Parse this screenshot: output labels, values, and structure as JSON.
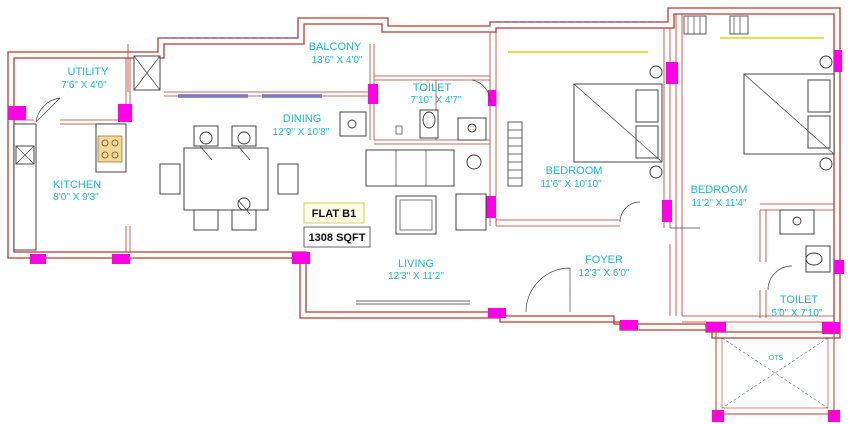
{
  "flat": {
    "name": "FLAT B1",
    "area": "1308 SQFT"
  },
  "rooms": {
    "balcony": {
      "name": "BALCONY",
      "size": "13'6\" X 4'0\""
    },
    "utility": {
      "name": "UTILITY",
      "size": "7'6\" X 4'0\""
    },
    "toilet1": {
      "name": "TOILET",
      "size": "7'10\" X 4'7\""
    },
    "dining": {
      "name": "DINING",
      "size": "12'9\" X 10'8\""
    },
    "kitchen": {
      "name": "KITCHEN",
      "size": "8'0\" X 9'3\""
    },
    "bedroom1": {
      "name": "BEDROOM",
      "size": "11'6\" X 10'10\""
    },
    "bedroom2": {
      "name": "BEDROOM",
      "size": "11'2\" X 11'4\""
    },
    "living": {
      "name": "LIVING",
      "size": "12'3\" X 11'2\""
    },
    "foyer": {
      "name": "FOYER",
      "size": "12'3\" X 6'0\""
    },
    "toilet2": {
      "name": "TOILET",
      "size": "5'0\" X 7'10\""
    },
    "ots": {
      "name": "OTS"
    }
  },
  "colors": {
    "wall": "#c0392b",
    "column": "#ff00e6",
    "label": "#19b8d8",
    "window": "#e6e04a"
  }
}
